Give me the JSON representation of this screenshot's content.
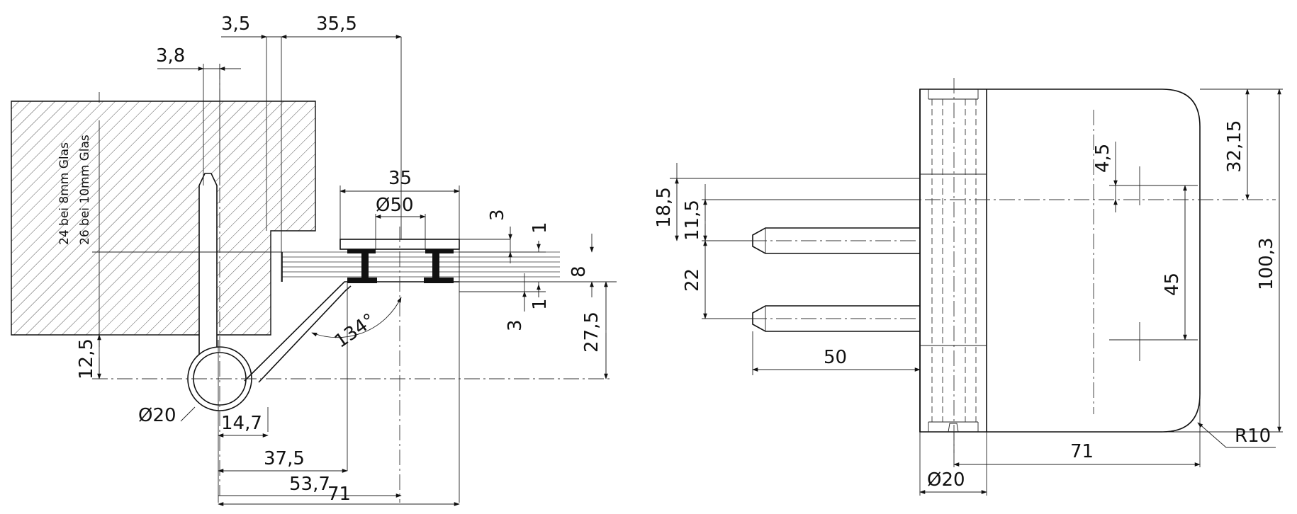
{
  "left_view": {
    "dim_3_8": "3,8",
    "dim_3_5": "3,5",
    "dim_35_5": "35,5",
    "dim_35": "35",
    "dim_dia50": "Ø50",
    "dim_3_top": "3",
    "dim_1_top": "1",
    "dim_8": "8",
    "dim_1_bot": "1",
    "dim_3_bot": "3",
    "angle": "134°",
    "dim_27_5": "27,5",
    "dim_12_5": "12,5",
    "dim_dia20": "Ø20",
    "dim_14_7": "14,7",
    "dim_37_5": "37,5",
    "dim_53_7": "53,7",
    "dim_71": "71",
    "note_8mm": "24 bei 8mm Glas",
    "note_10mm": "26 bei 10mm Glas"
  },
  "right_view": {
    "dim_18_5": "18,5",
    "dim_11_5": "11,5",
    "dim_22": "22",
    "dim_50": "50",
    "dim_4_5": "4,5",
    "dim_45": "45",
    "dim_32_15": "32,15",
    "dim_100_3": "100,3",
    "dim_71": "71",
    "dim_dia20": "Ø20",
    "dim_r10": "R10"
  }
}
